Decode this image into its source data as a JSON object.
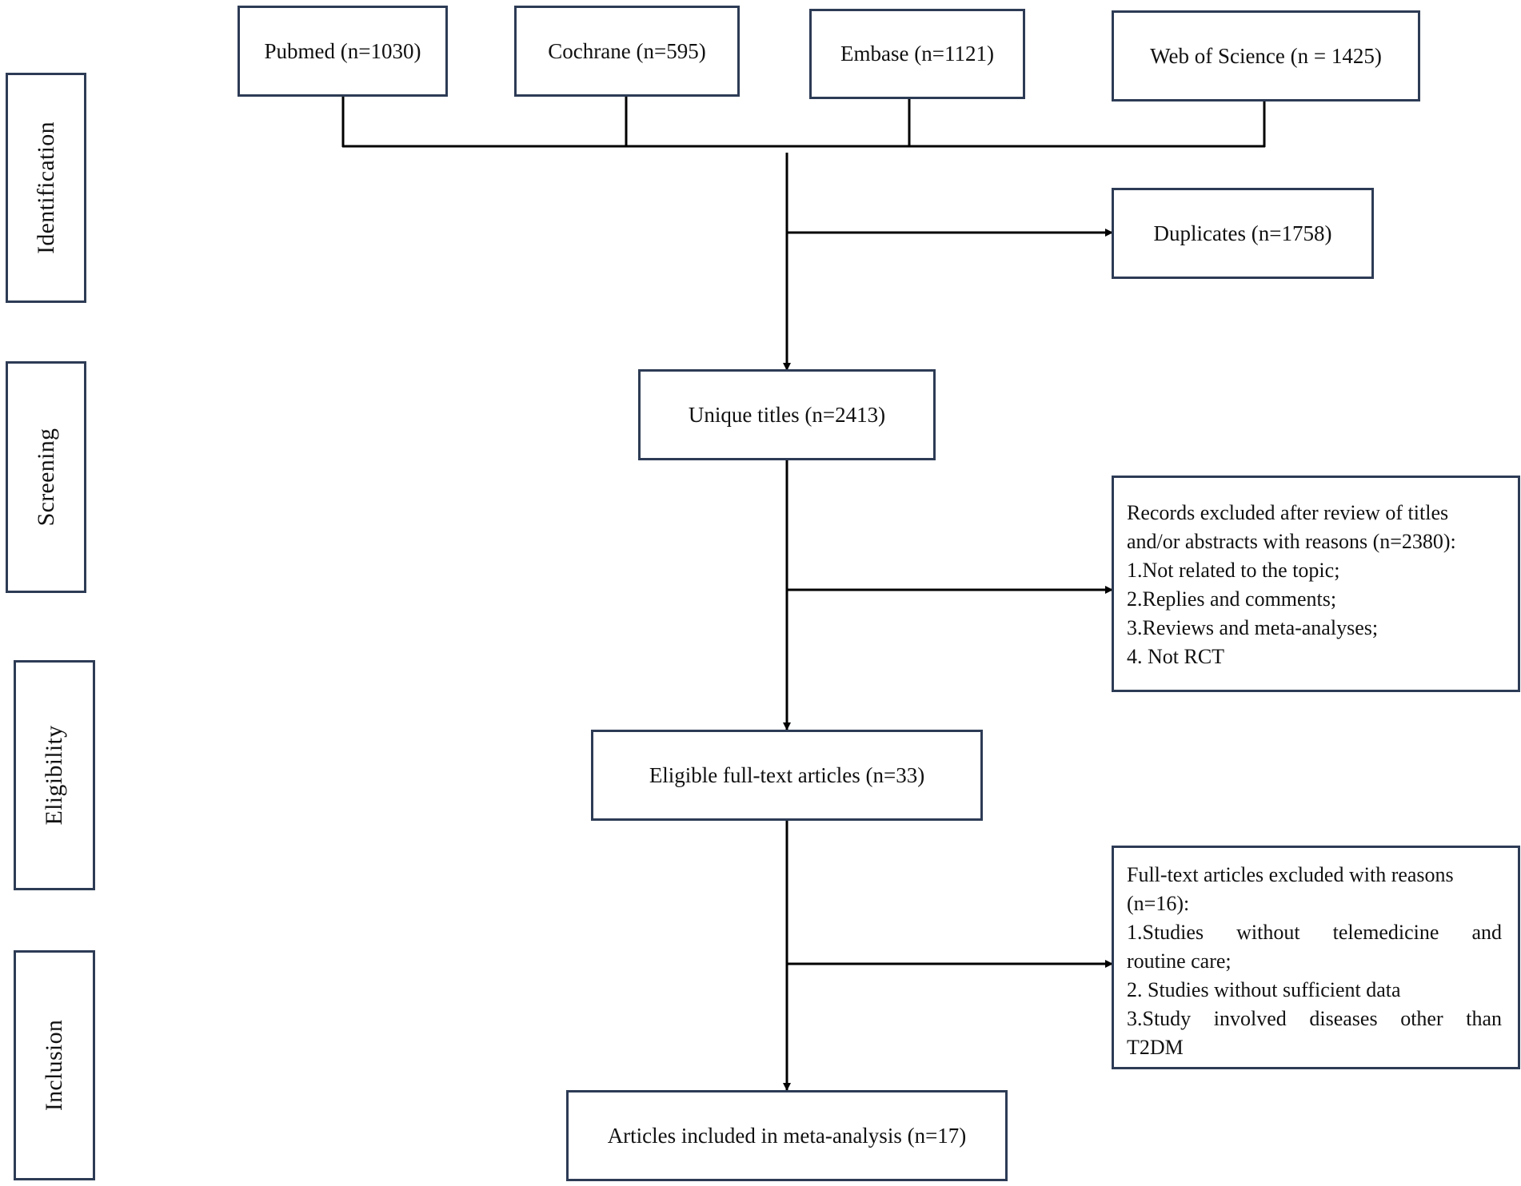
{
  "stages": [
    {
      "id": "identification",
      "label": "Identification"
    },
    {
      "id": "screening",
      "label": "Screening"
    },
    {
      "id": "eligibility",
      "label": "Eligibility"
    },
    {
      "id": "inclusion",
      "label": "Inclusion"
    }
  ],
  "sources": [
    {
      "id": "pubmed",
      "label": "Pubmed (n=1030)"
    },
    {
      "id": "cochrane",
      "label": "Cochrane (n=595)"
    },
    {
      "id": "embase",
      "label": "Embase (n=1121)"
    },
    {
      "id": "web-of-science",
      "label": "Web of Science (n = 1425)"
    }
  ],
  "duplicates": {
    "label": "Duplicates (n=1758)"
  },
  "unique_titles": {
    "label": "Unique titles (n=2413)"
  },
  "records_excluded": {
    "lines": [
      "Records excluded after review of titles",
      "and/or abstracts with reasons (n=2380):",
      "1.Not related to the topic;",
      "2.Replies and comments;",
      "3.Reviews and meta-analyses;",
      "4. Not RCT"
    ]
  },
  "eligible": {
    "label": "Eligible full-text articles (n=33)"
  },
  "fulltext_excluded": {
    "lines": [
      "Full-text articles excluded with reasons",
      "(n=16):",
      "1.Studies without telemedicine and",
      "routine care;",
      "2. Studies without sufficient data",
      "3.Study involved diseases other than",
      "T2DM"
    ]
  },
  "included": {
    "label": "Articles included in meta-analysis (n=17)"
  },
  "colors": {
    "box_border": "#2d3b55",
    "line": "#000000",
    "text": "#111111"
  }
}
